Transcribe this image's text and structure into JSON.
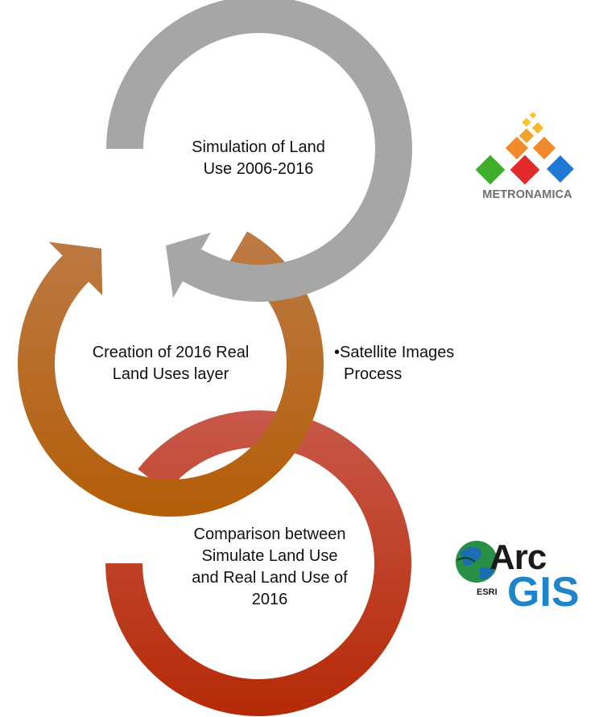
{
  "steps": [
    {
      "label": "Simulation of Land\nUse 2006-2016"
    },
    {
      "label": "Creation of 2016 Real\nLand Uses layer"
    },
    {
      "label": "Comparison between\nSimulate Land Use\nand Real Land Use of\n2016"
    }
  ],
  "side_note": {
    "bullet": "•",
    "line1": "Satellite Images",
    "line2": "Process"
  },
  "logos": {
    "metronamica": {
      "text": "METRONAMICA"
    },
    "arcgis": {
      "arc": "Arc",
      "esri": "ESRI",
      "gis": "GIS"
    }
  },
  "colors": {
    "ring1": "#a6a6a6",
    "ring2_top": "#bd7a45",
    "ring2_bottom": "#b35e08",
    "ring3_top": "#c8584a",
    "ring3_bottom": "#b52a06",
    "metronamica_green": "#3fae2a",
    "metronamica_red": "#e32a2a",
    "metronamica_blue": "#1f78d1",
    "metronamica_orange": "#f08a2a",
    "metronamica_yellow": "#f7c52a",
    "arcgis_blue": "#1e86c8"
  }
}
